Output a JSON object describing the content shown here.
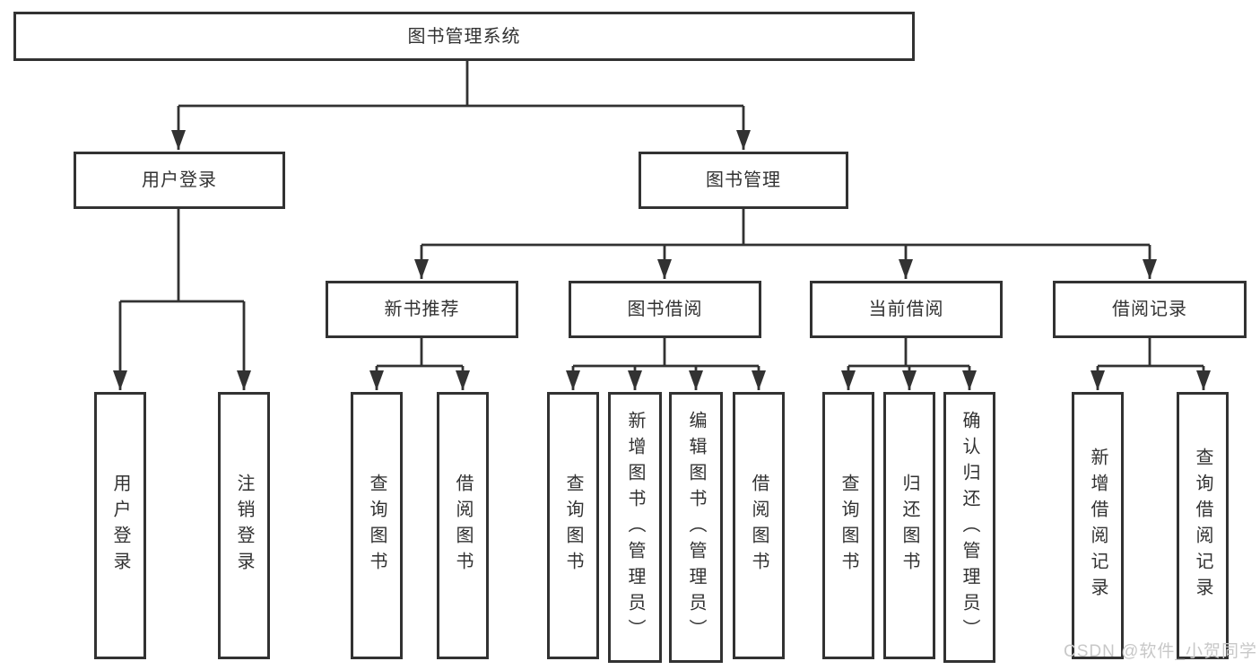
{
  "diagram": {
    "nodes": {
      "root": "图书管理系统",
      "level2": [
        "用户登录",
        "图书管理"
      ],
      "level3": [
        "新书推荐",
        "图书借阅",
        "当前借阅",
        "借阅记录"
      ],
      "leaves_user_login": [
        "用户登录",
        "注销登录"
      ],
      "leaves_new_books": [
        "查询图书",
        "借阅图书"
      ],
      "leaves_borrow": [
        "查询图书",
        "新增图书（管理员）",
        "编辑图书（管理员）",
        "借阅图书"
      ],
      "leaves_current": [
        "查询图书",
        "归还图书",
        "确认归还（管理员）"
      ],
      "leaves_records": [
        "新增借阅记录",
        "查询借阅记录"
      ]
    },
    "watermark": "CSDN @软件_小贺同学",
    "colors": {
      "line": "#323232",
      "text": "#323232",
      "watermark": "#c8c8c8",
      "background": "#ffffff"
    }
  }
}
